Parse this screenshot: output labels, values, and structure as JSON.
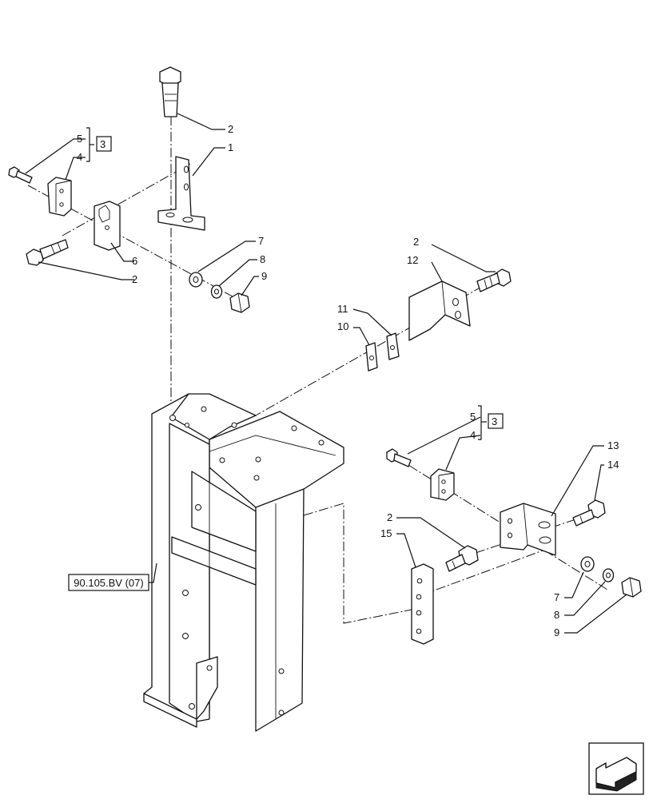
{
  "callouts": {
    "c1": "1",
    "c2a": "2",
    "c2b": "2",
    "c2c": "2",
    "c2d": "2",
    "c3a": "3",
    "c3b": "3",
    "c4a": "4",
    "c4b": "4",
    "c5a": "5",
    "c5b": "5",
    "c6": "6",
    "c7a": "7",
    "c7b": "7",
    "c8a": "8",
    "c8b": "8",
    "c9a": "9",
    "c9b": "9",
    "c10": "10",
    "c11": "11",
    "c12": "12",
    "c13": "13",
    "c14": "14",
    "c15": "15"
  },
  "reference": "90.105.BV (07)",
  "nav": {
    "icon": "arrow-nav-icon"
  }
}
